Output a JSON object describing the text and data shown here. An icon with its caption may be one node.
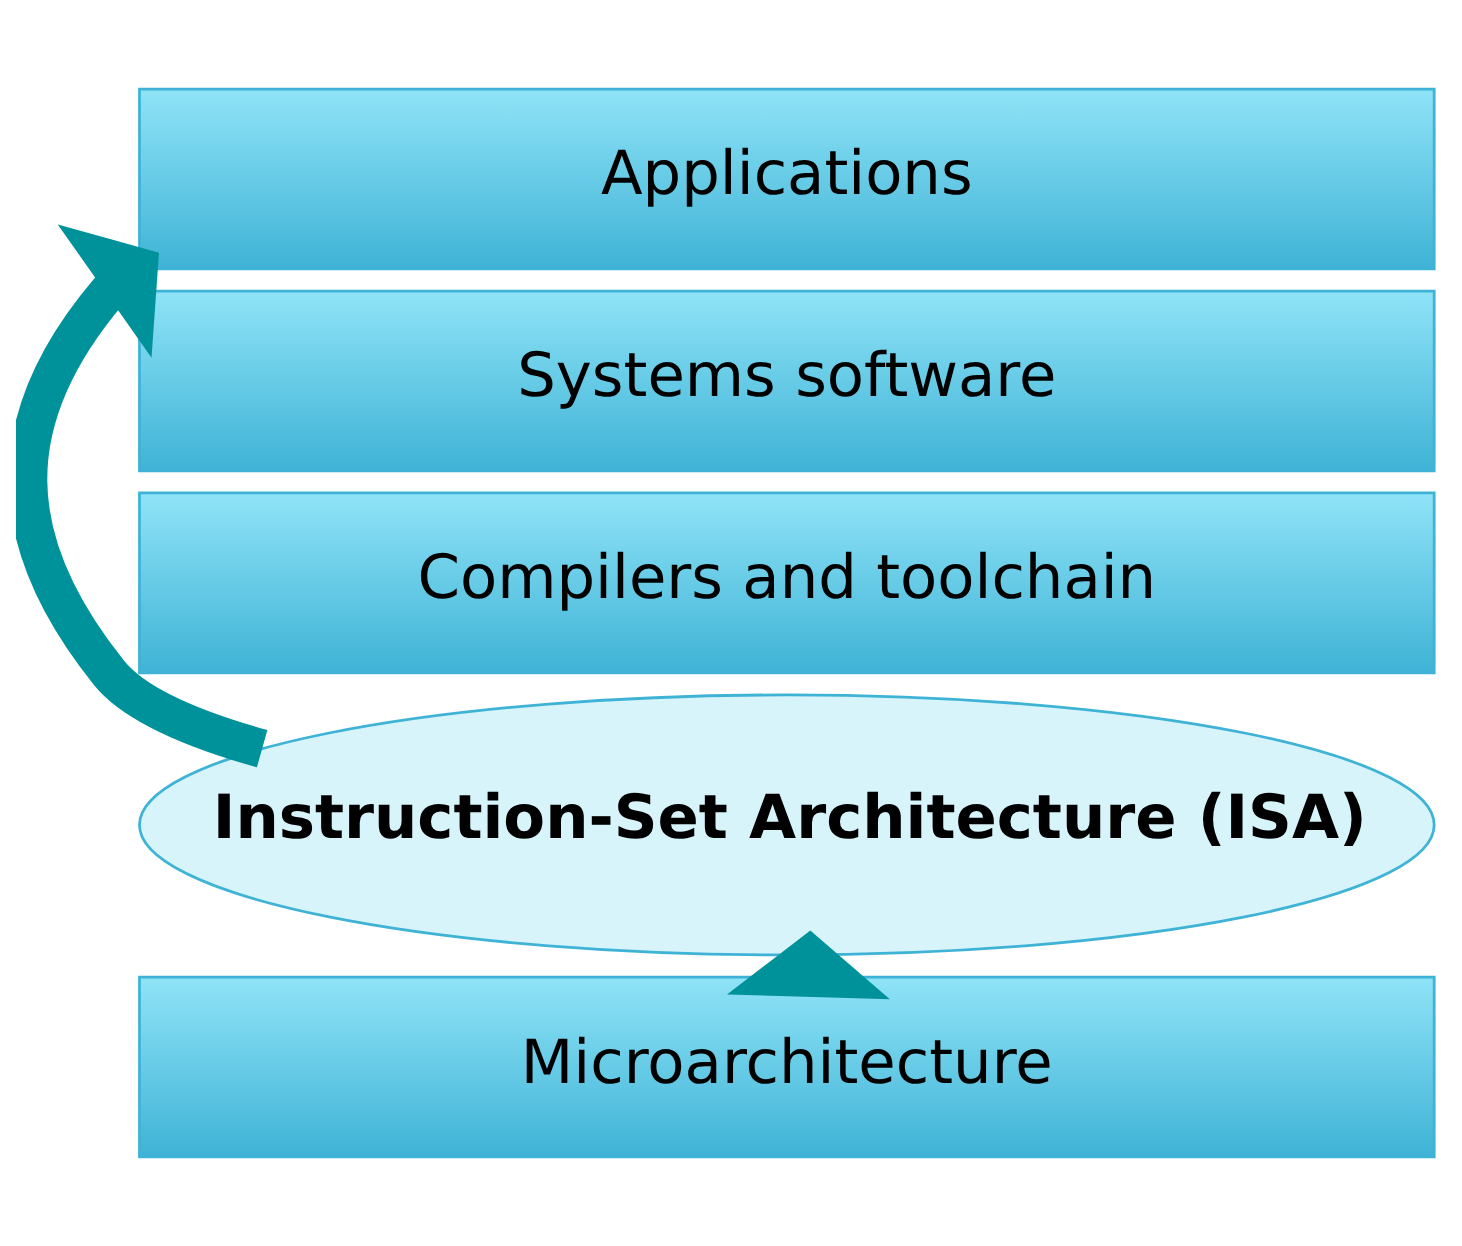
{
  "diagram": {
    "nodes": [
      {
        "text": [
          "Applications"
        ]
      },
      {
        "text": [
          "Systems software"
        ]
      },
      {
        "text": [
          "Compilers and toolchain"
        ]
      },
      {
        "text": [
          "Instruction-Set Architecture (ISA)"
        ]
      },
      {
        "text": [
          "Microarchitecture"
        ]
      }
    ],
    "edges": [
      {
        "from": 3,
        "to": 0,
        "arrow": "to"
      },
      {
        "from": 4,
        "to": 3,
        "arrow": "to"
      }
    ]
  }
}
